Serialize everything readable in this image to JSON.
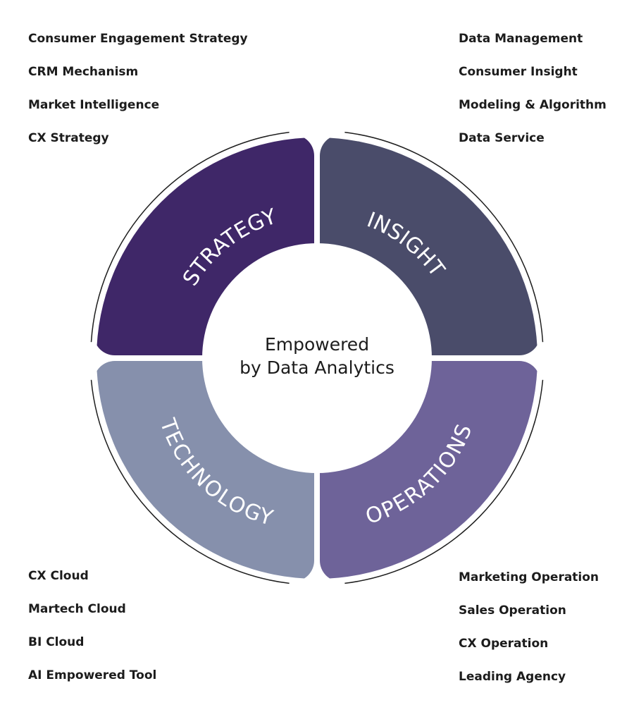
{
  "center": {
    "line1": "Empowered",
    "line2": "by Data Analytics"
  },
  "segments": {
    "strategy": {
      "label": "STRATEGY",
      "color": "#3f2768"
    },
    "insight": {
      "label": "INSIGHT",
      "color": "#4a4c6a"
    },
    "technology": {
      "label": "TECHNOLOGY",
      "color": "#8690ac"
    },
    "operations": {
      "label": "OPERATIONS",
      "color": "#6e6399"
    }
  },
  "lists": {
    "strategy": [
      "Consumer Engagement Strategy",
      "CRM Mechanism",
      "Market Intelligence",
      "CX Strategy"
    ],
    "insight": [
      "Data Management",
      "Consumer Insight",
      "Modeling & Algorithm",
      "Data Service"
    ],
    "technology": [
      "CX Cloud",
      "Martech Cloud",
      "BI Cloud",
      "AI Empowered Tool"
    ],
    "operations": [
      "Marketing Operation",
      "Sales Operation",
      "CX Operation",
      "Leading Agency"
    ]
  }
}
